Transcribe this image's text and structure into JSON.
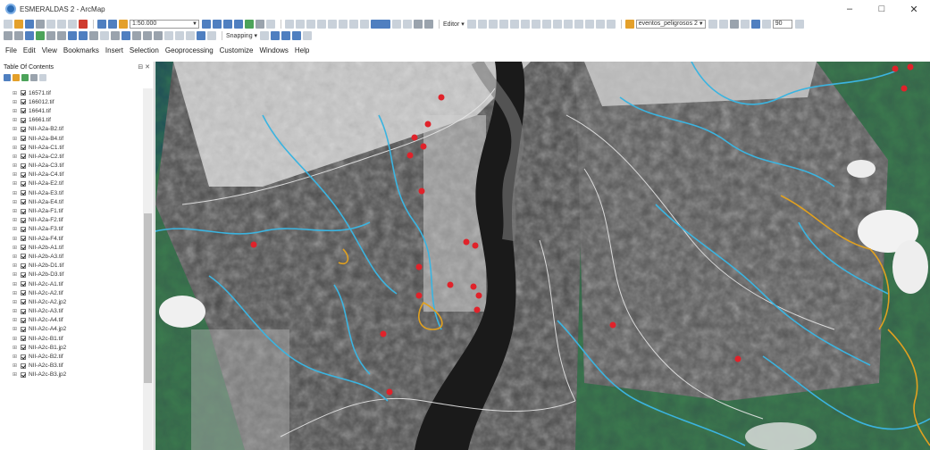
{
  "window": {
    "title": "ESMERALDAS 2 - ArcMap",
    "minimize": "–",
    "maximize": "□",
    "close": "✕"
  },
  "toolbar": {
    "scale": "1:50.000",
    "snapping_label": "Snapping ▾",
    "editor_label": "Editor ▾",
    "layer_combo": "eventos_peligrosos 2",
    "zoom_value": "90"
  },
  "menu": {
    "items": [
      "File",
      "Edit",
      "View",
      "Bookmarks",
      "Insert",
      "Selection",
      "Geoprocessing",
      "Customize",
      "Windows",
      "Help"
    ]
  },
  "toc": {
    "title": "Table Of Contents",
    "controls": "⊟ ✕",
    "layers": [
      "16571.tif",
      "166012.tif",
      "16641.tif",
      "16661.tif",
      "NII-A2a-B2.tif",
      "NII-A2a-B4.tif",
      "NII-A2a-C1.tif",
      "NII-A2a-C2.tif",
      "NII-A2a-C3.tif",
      "NII-A2a-C4.tif",
      "NII-A2a-E2.tif",
      "NII-A2a-E3.tif",
      "NII-A2a-E4.tif",
      "NII-A2a-F1.tif",
      "NII-A2a-F2.tif",
      "NII-A2a-F3.tif",
      "NII-A2a-F4.tif",
      "NII-A2b-A1.tif",
      "NII-A2b-A3.tif",
      "NII-A2b-D1.tif",
      "NII-A2b-D3.tif",
      "NII-A2c-A1.tif",
      "NII-A2c-A2.tif",
      "NII-A2c-A2.jp2",
      "NII-A2c-A3.tif",
      "NII-A2c-A4.tif",
      "NII-A2c-A4.jp2",
      "NII-A2c-B1.tif",
      "NII-A2c-B1.jp2",
      "NII-A2c-B2.tif",
      "NII-A2c-B3.tif",
      "NII-A2c-B3.jp2"
    ]
  },
  "colors": {
    "river_lines": "#3bb4e0",
    "white_lines": "#e8e8e8",
    "orange_lines": "#e0a020",
    "event_points": "#e0222a"
  }
}
